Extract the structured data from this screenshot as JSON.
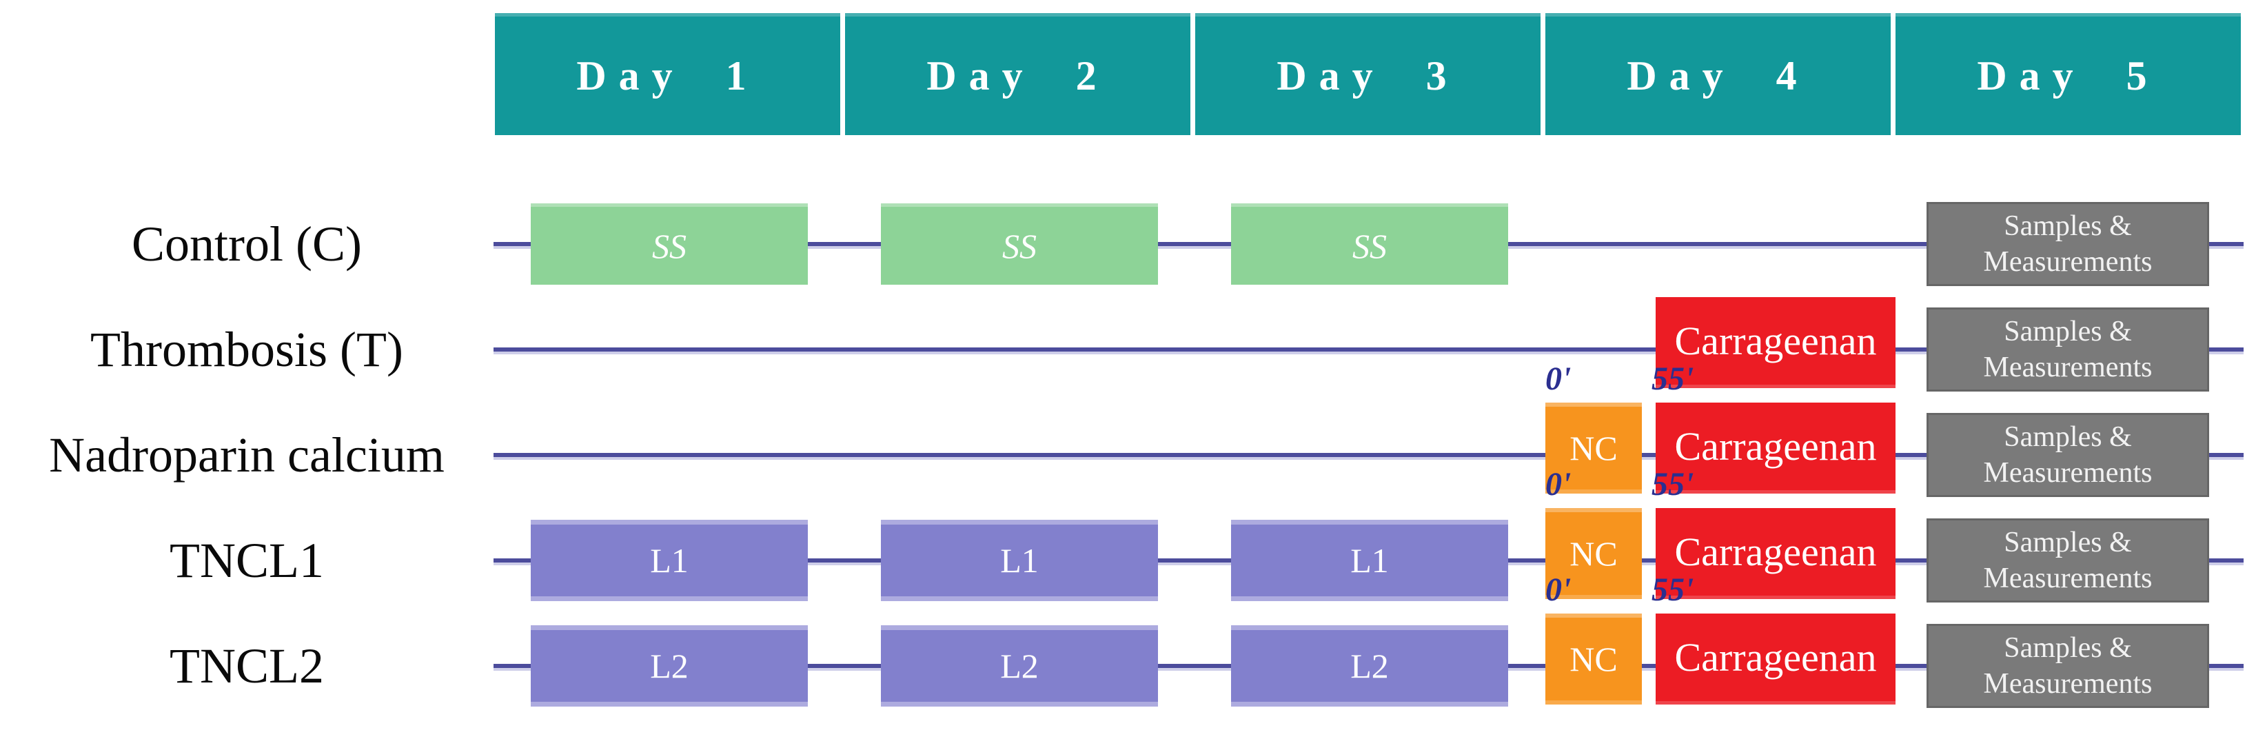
{
  "colors": {
    "teal": "#12989A",
    "green": "#8DD397",
    "purple": "#8280CD",
    "purple_light": "#ADABDF",
    "orange": "#F7941E",
    "red": "#EC1C24",
    "gray": "#7A7A7A",
    "line": "#4C4C9C",
    "line_shadow": "#C5C5E5",
    "time_label": "#2B2F90"
  },
  "header": {
    "day_labels": [
      "Day 1",
      "Day 2",
      "Day 3",
      "Day 4",
      "Day 5"
    ]
  },
  "time_marks": {
    "start": "0'",
    "injection": "55'"
  },
  "box_labels": {
    "nc": "NC",
    "carrageenan": "Carrageenan",
    "samples_line1": "Samples &",
    "samples_line2": "Measurements"
  },
  "rows": [
    {
      "label": "Control (C)",
      "daily_boxes": {
        "text": "SS",
        "style": "green",
        "days": [
          0,
          1,
          2
        ]
      },
      "nc": false,
      "carrageenan": false,
      "time_marks": false,
      "samples": true
    },
    {
      "label": "Thrombosis (T)",
      "daily_boxes": null,
      "nc": false,
      "carrageenan": true,
      "time_marks": false,
      "samples": true
    },
    {
      "label": "Nadroparin calcium",
      "daily_boxes": null,
      "nc": true,
      "carrageenan": true,
      "time_marks": true,
      "samples": true
    },
    {
      "label": "TNCL1",
      "daily_boxes": {
        "text": "L1",
        "style": "purple",
        "days": [
          0,
          1,
          2
        ]
      },
      "nc": true,
      "carrageenan": true,
      "time_marks": true,
      "samples": true
    },
    {
      "label": "TNCL2",
      "daily_boxes": {
        "text": "L2",
        "style": "purple",
        "days": [
          0,
          1,
          2
        ]
      },
      "nc": true,
      "carrageenan": true,
      "time_marks": true,
      "samples": true
    }
  ]
}
